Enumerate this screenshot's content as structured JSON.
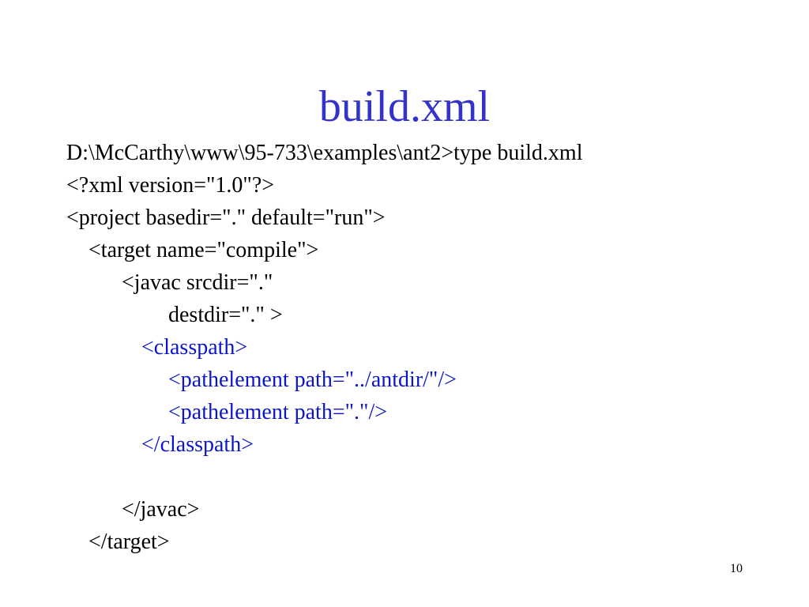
{
  "slide": {
    "title": "build.xml",
    "page_number": "10",
    "colors": {
      "title": "#3333cc",
      "highlight": "#0b16c9",
      "text": "#000000",
      "background": "#ffffff"
    },
    "lines": [
      "D:\\McCarthy\\www\\95-733\\examples\\ant2>type build.xml",
      "<?xml version=\"1.0\"?>",
      "<project basedir=\".\" default=\"run\">",
      "<target name=\"compile\">",
      "<javac srcdir=\".\"",
      "destdir=\".\" >",
      "<classpath>",
      "<pathelement path=\"../antdir/\"/>",
      "<pathelement path=\".\"/>",
      "</classpath>",
      "</javac>",
      "</target>"
    ]
  }
}
